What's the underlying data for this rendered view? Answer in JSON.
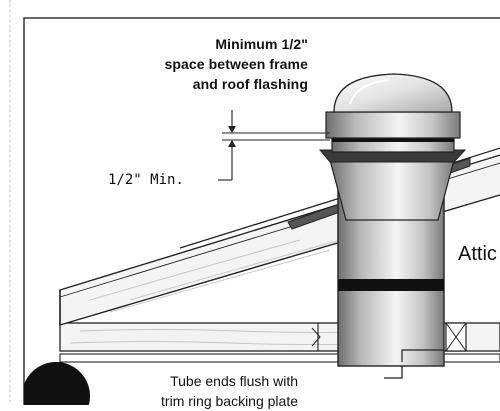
{
  "labels": {
    "space_line1": "Minimum 1/2\"",
    "space_line2": "space between frame",
    "space_line3": "and roof flashing",
    "min_gap": "1/2\"  Min.",
    "attic": "Attic",
    "tube_line1": "Tube ends flush with",
    "tube_line2": "trim ring backing plate"
  },
  "colors": {
    "line": "#222222",
    "band": "#111111",
    "wood": "#f4f4f4",
    "metal_light": "#f5f5f5",
    "metal_dark": "#8a8a8a",
    "dome": "#cfcfcf"
  },
  "icons": [
    "dome-icon",
    "tube-icon",
    "roof-rafter-icon",
    "ceiling-joist-icon",
    "insulation-icon",
    "badge-icon"
  ]
}
